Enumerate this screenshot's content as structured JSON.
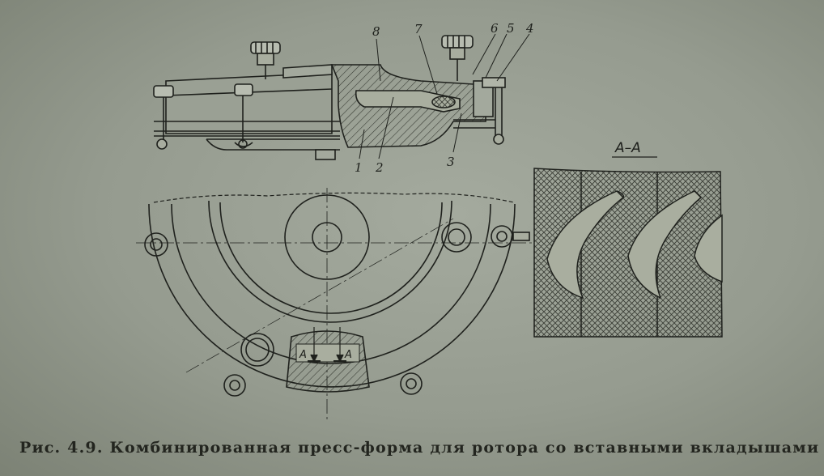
{
  "caption": {
    "figure_number": "Рис. 4.9.",
    "text": "Комбинированная пресс-форма для ротора со вставными вкладышами"
  },
  "section_label": "А–А",
  "part_labels": {
    "p1": "1",
    "p2": "2",
    "p3": "3",
    "p4": "4",
    "p5": "5",
    "p6": "6",
    "p7": "7",
    "p8": "8"
  },
  "section_marks": {
    "left": "А",
    "right": "А"
  }
}
